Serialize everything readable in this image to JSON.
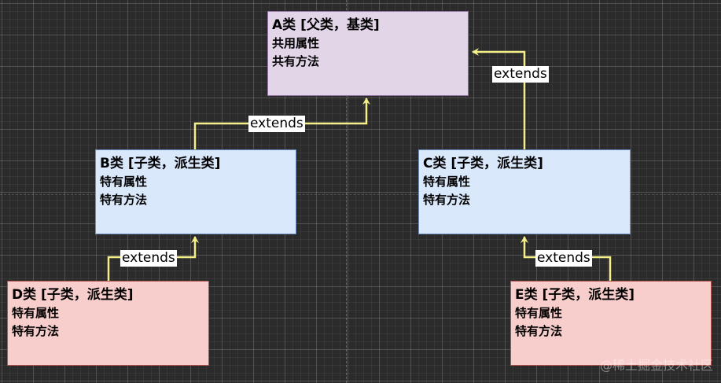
{
  "boxes": {
    "a": {
      "title": "A类 [父类，基类]",
      "line1": "共用属性",
      "line2": "共有方法"
    },
    "b": {
      "title": "B类 [子类，派生类]",
      "line1": "特有属性",
      "line2": "特有方法"
    },
    "c": {
      "title": "C类 [子类，派生类]",
      "line1": "特有属性",
      "line2": "特有方法"
    },
    "d": {
      "title": "D类 [子类，派生类]",
      "line1": "特有属性",
      "line2": "特有方法"
    },
    "e": {
      "title": "E类 [子类，派生类]",
      "line1": "特有属性",
      "line2": "特有方法"
    }
  },
  "edges": {
    "b_to_a": "extends",
    "c_to_a": "extends",
    "d_to_b": "extends",
    "e_to_c": "extends"
  },
  "watermark": "@稀土掘金技术社区",
  "colors": {
    "background": "#2b2b2b",
    "arrow": "#f5ef8a",
    "parent_fill": "#e1d5e7",
    "middle_fill": "#dae8fc",
    "leaf_fill": "#f8cecc"
  }
}
